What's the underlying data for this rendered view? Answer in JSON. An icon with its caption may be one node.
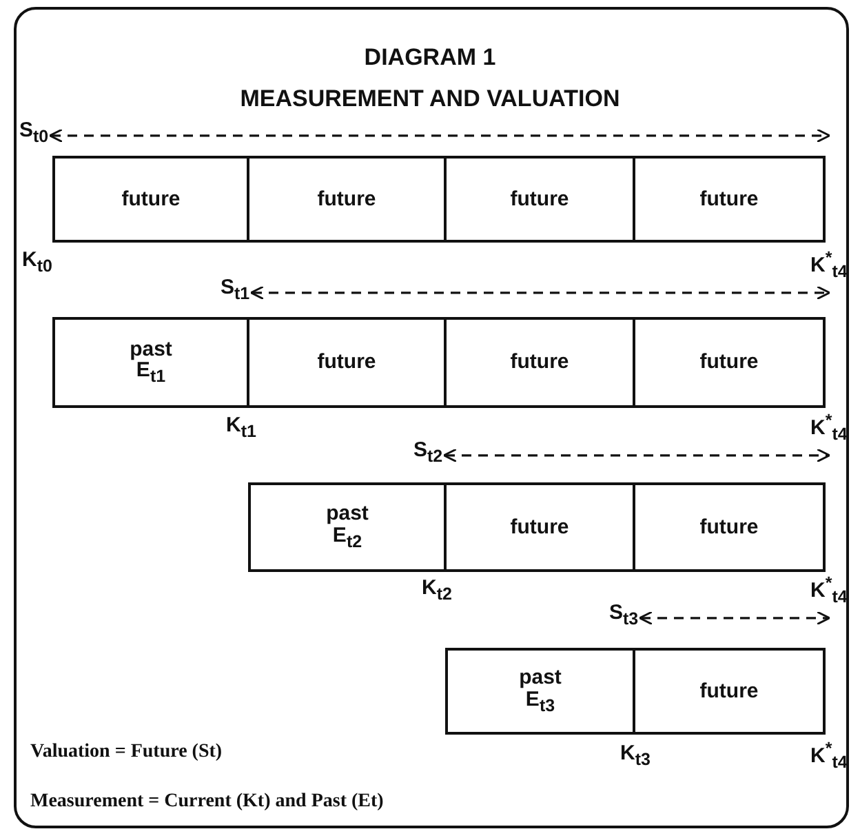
{
  "diagram": {
    "title": "DIAGRAM 1",
    "nodes": [
      {
        "text": [
          "S$_{t0}$"
        ]
      },
      {
        "text": [
          "future"
        ]
      },
      {
        "text": [
          "future"
        ]
      },
      {
        "text": [
          "future"
        ]
      },
      {
        "text": [
          "future"
        ]
      },
      {
        "text": [
          "S$_{t1}$"
        ]
      },
      {
        "text": [
          "past",
          "E$_{t1}$"
        ]
      },
      {
        "text": [
          "future"
        ]
      },
      {
        "text": [
          "future"
        ]
      },
      {
        "text": [
          "future"
        ]
      },
      {
        "text": [
          "S$_{t2}$"
        ]
      },
      {
        "text": [
          "past",
          "E$_{t2}$"
        ]
      },
      {
        "text": [
          "future"
        ]
      },
      {
        "text": [
          "future"
        ]
      },
      {
        "text": [
          "S$_{t3}$"
        ]
      },
      {
        "text": [
          "past",
          "E$_{t3}$"
        ]
      },
      {
        "text": [
          "future"
        ]
      }
    ],
    "edges": [
      {
        "from": 0,
        "to": 4,
        "arrow": "both",
        "style": "dashed"
      },
      {
        "from": 5,
        "to": 9,
        "arrow": "both",
        "style": "dashed"
      },
      {
        "from": 10,
        "to": 13,
        "arrow": "both",
        "style": "dashed"
      },
      {
        "from": 14,
        "to": 16,
        "arrow": "both",
        "style": "dashed"
      }
    ],
    "labels": [
      "MEASUREMENT AND VALUATION",
      "K$_{t0}$",
      "K$^{*}$$_{t4}$",
      "K$_{t1}$",
      "K$^{*}$$_{t4}$",
      "K$_{t2}$",
      "K$^{*}$$_{t4}$",
      "Valuation = Future (St)",
      "K$_{t3}$",
      "K$^{*}$$_{t4}$",
      "Measurement = Current (Kt) and Past (Et)"
    ]
  }
}
